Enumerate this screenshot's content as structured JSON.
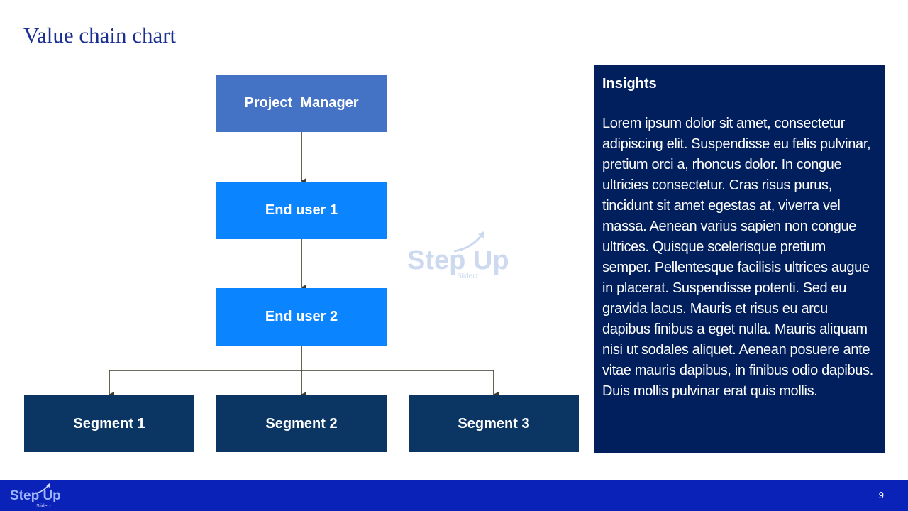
{
  "slide": {
    "title": "Value chain chart",
    "page_number": "9"
  },
  "diagram": {
    "nodes": {
      "project_manager": "Project  Manager",
      "end_user_1": "End user 1",
      "end_user_2": "End user 2",
      "segment_1": "Segment 1",
      "segment_2": "Segment 2",
      "segment_3": "Segment 3"
    },
    "edges": [
      [
        "project_manager",
        "end_user_1"
      ],
      [
        "end_user_1",
        "end_user_2"
      ],
      [
        "end_user_2",
        "segment_1"
      ],
      [
        "end_user_2",
        "segment_2"
      ],
      [
        "end_user_2",
        "segment_3"
      ]
    ]
  },
  "insights": {
    "title": "Insights",
    "body": "Lorem ipsum dolor sit amet, consectetur adipiscing elit. Suspendisse eu felis pulvinar, pretium orci a, rhoncus dolor. In congue ultricies consectetur. Cras risus purus, tincidunt sit amet egestas at, viverra vel massa. Aenean varius sapien non congue ultrices. Quisque scelerisque pretium semper. Pellentesque facilisis ultrices augue in placerat. Suspendisse potenti. Sed eu gravida lacus. Mauris et risus eu arcu dapibus finibus a eget nulla. Mauris aliquam nisi ut sodales aliquet. Aenean posuere ante vitae mauris dapibus, in finibus odio dapibus. Duis mollis pulvinar erat quis mollis."
  },
  "branding": {
    "watermark_text": "Step Up",
    "watermark_subtext": "Sliderz",
    "footer_logo_text": "Step Up",
    "footer_logo_subtext": "Sliderz"
  },
  "colors": {
    "title": "#1a2f8f",
    "project_manager_box": "#4472c4",
    "end_user_box": "#0a84ff",
    "segment_box": "#0b3563",
    "insights_panel": "#001f5c",
    "footer_bar": "#0b22b8",
    "connector": "#3c3c2c"
  }
}
